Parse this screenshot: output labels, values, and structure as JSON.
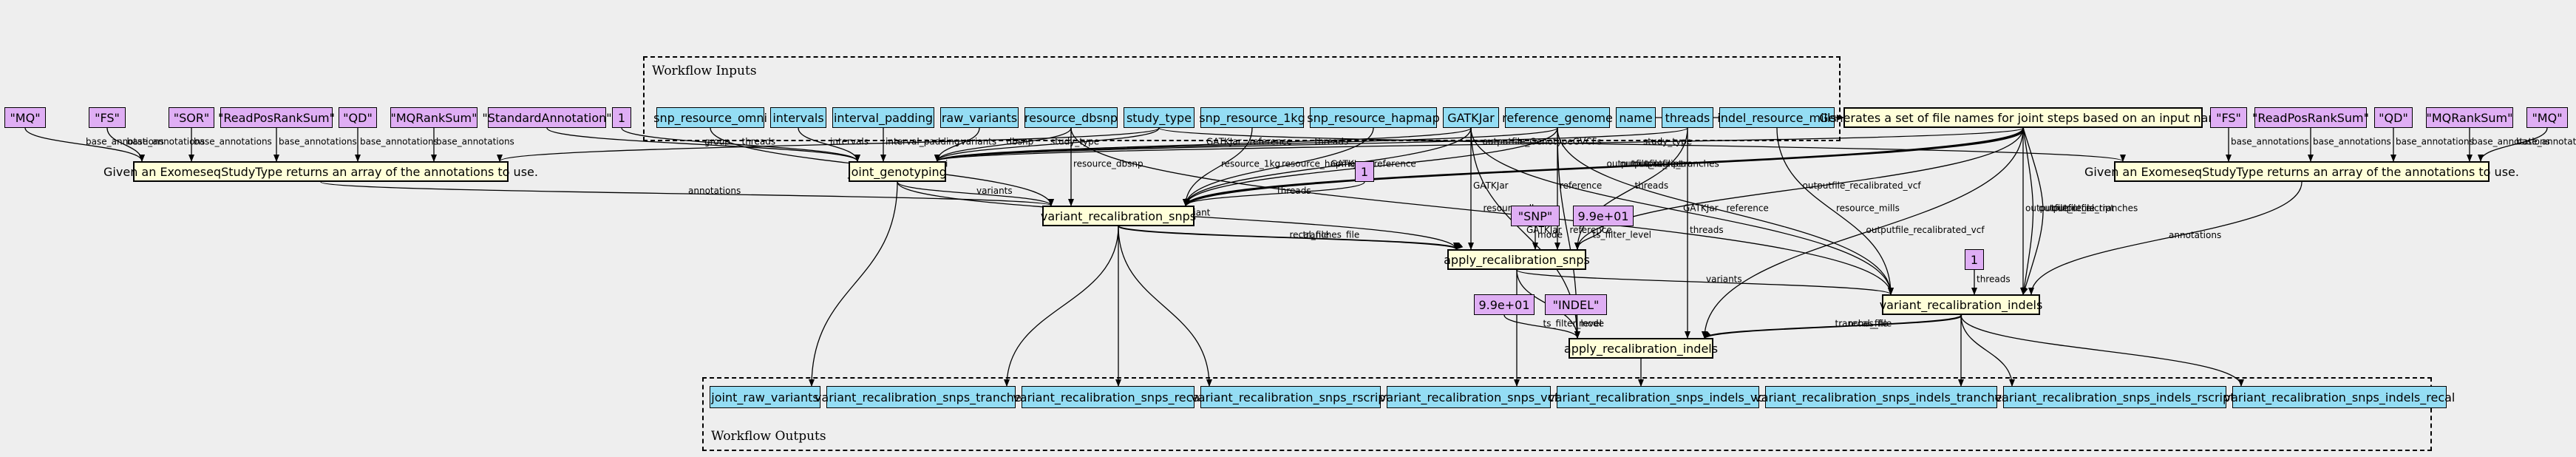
{
  "clusters": {
    "inputs_label": "Workflow Inputs",
    "outputs_label": "Workflow Outputs"
  },
  "inputs": {
    "snp_resource_omni": "snp_resource_omni",
    "intervals": "intervals",
    "interval_padding": "interval_padding",
    "raw_variants": "raw_variants",
    "resource_dbsnp": "resource_dbsnp",
    "study_type": "study_type",
    "snp_resource_1kg": "snp_resource_1kg",
    "snp_resource_hapmap": "snp_resource_hapmap",
    "GATKJar": "GATKJar",
    "reference_genome": "reference_genome",
    "name": "name",
    "threads": "threads",
    "indel_resource_mills": "indel_resource_mills"
  },
  "constants": {
    "mq_left": "\"MQ\"",
    "fs_left": "\"FS\"",
    "sor_left": "\"SOR\"",
    "readpos_left": "\"ReadPosRankSum\"",
    "qd_left": "\"QD\"",
    "mqrank_left": "\"MQRankSum\"",
    "standard_annotation": "\"StandardAnnotation\"",
    "group_one": "1",
    "fs_right": "\"FS\"",
    "readpos_right": "\"ReadPosRankSum\"",
    "qd_right": "\"QD\"",
    "mqrank_right": "\"MQRankSum\"",
    "mq_right": "\"MQ\"",
    "threads_one_a": "1",
    "snp_mode": "\"SNP\"",
    "snp_filter": "9.9e+01",
    "threads_one_b": "1",
    "indel_filter": "9.9e+01",
    "indel_mode": "\"INDEL\""
  },
  "expressions": {
    "annotations_left": "Given an ExomeseqStudyType returns an array of the annotations to use.",
    "annotations_right": "Given an ExomeseqStudyType returns an array of the annotations to use.",
    "file_names": "Generates a set of file names for joint steps based on an input name"
  },
  "steps": {
    "joint_genotyping": "joint_genotyping",
    "variant_recalibration_snps": "variant_recalibration_snps",
    "apply_recalibration_snps": "apply_recalibration_snps",
    "variant_recalibration_indels": "variant_recalibration_indels",
    "apply_recalibration_indels": "apply_recalibration_indels"
  },
  "outputs": {
    "joint_raw_variants": "joint_raw_variants",
    "variant_recalibration_snps_tranches": "variant_recalibration_snps_tranches",
    "variant_recalibration_snps_recal": "variant_recalibration_snps_recal",
    "variant_recalibration_snps_rscript": "variant_recalibration_snps_rscript",
    "variant_recalibration_snps_vcf": "variant_recalibration_snps_vcf",
    "variant_recalibration_snps_indels_vcf": "variant_recalibration_snps_indels_vcf",
    "variant_recalibration_snps_indels_tranches": "variant_recalibration_snps_indels_tranches",
    "variant_recalibration_snps_indels_rscript": "variant_recalibration_snps_indels_rscript",
    "variant_recalibration_snps_indels_recal": "variant_recalibration_snps_indels_recal"
  },
  "edges": [
    {
      "from": "mq_left",
      "to": "annotations_left",
      "label": "base_annotations"
    },
    {
      "from": "fs_left",
      "to": "annotations_left",
      "label": "base_annotations"
    },
    {
      "from": "sor_left",
      "to": "annotations_left",
      "label": "base_annotations"
    },
    {
      "from": "readpos_left",
      "to": "annotations_left",
      "label": "base_annotations"
    },
    {
      "from": "qd_left",
      "to": "annotations_left",
      "label": "base_annotations"
    },
    {
      "from": "mqrank_left",
      "to": "annotations_left",
      "label": "base_annotations"
    },
    {
      "from": "standard_annotation",
      "to": "joint_genotyping",
      "label": "group"
    },
    {
      "from": "group_one",
      "to": "joint_genotyping",
      "label": "threads"
    },
    {
      "from": "study_type",
      "to": "annotations_left",
      "label": ""
    },
    {
      "from": "annotations_left",
      "to": "variant_recalibration_snps",
      "label": "annotations"
    },
    {
      "from": "snp_resource_omni",
      "to": "variant_recalibration_snps",
      "label": "resource_omni"
    },
    {
      "from": "intervals",
      "to": "joint_genotyping",
      "label": "intervals"
    },
    {
      "from": "interval_padding",
      "to": "joint_genotyping",
      "label": "interval_padding"
    },
    {
      "from": "raw_variants",
      "to": "joint_genotyping",
      "label": "variants"
    },
    {
      "from": "resource_dbsnp",
      "to": "joint_genotyping",
      "label": "dbsnp"
    },
    {
      "from": "study_type",
      "to": "joint_genotyping",
      "label": "study_type"
    },
    {
      "from": "resource_dbsnp",
      "to": "variant_recalibration_snps",
      "label": "resource_dbsnp"
    },
    {
      "from": "GATKJar",
      "to": "variant_recalibration_snps",
      "label": "GATKJar"
    },
    {
      "from": "reference_genome",
      "to": "variant_recalibration_snps",
      "label": "reference"
    },
    {
      "from": "file_names",
      "to": "variant_recalibration_snps",
      "label": "outputfile_rscript"
    },
    {
      "from": "file_names",
      "to": "variant_recalibration_snps",
      "label": "outputfile_recal"
    },
    {
      "from": "file_names",
      "to": "variant_recalibration_snps",
      "label": "outputfile_tranches"
    },
    {
      "from": "threads_one_a",
      "to": "variant_recalibration_snps",
      "label": "threads"
    },
    {
      "from": "snp_resource_1kg",
      "to": "variant_recalibration_snps",
      "label": "resource_1kg"
    },
    {
      "from": "snp_resource_hapmap",
      "to": "variant_recalibration_snps",
      "label": "resource_hapmap"
    },
    {
      "from": "study_type",
      "to": "annotations_right",
      "label": "study_type"
    },
    {
      "from": "GATKJar",
      "to": "joint_genotyping",
      "label": "GATKJar"
    },
    {
      "from": "reference_genome",
      "to": "joint_genotyping",
      "label": "reference"
    },
    {
      "from": "threads",
      "to": "joint_genotyping",
      "label": "threads"
    },
    {
      "from": "file_names",
      "to": "joint_genotyping",
      "label": "outputfile_GenotypeGVCFs"
    },
    {
      "from": "name",
      "to": "file_names",
      "label": "name"
    },
    {
      "from": "joint_genotyping",
      "to": "variant_recalibration_snps",
      "label": "variants"
    },
    {
      "from": "joint_genotyping",
      "to": "apply_recalibration_snps",
      "label": "variant"
    },
    {
      "from": "variant_recalibration_snps",
      "to": "apply_recalibration_snps",
      "label": "recal_file"
    },
    {
      "from": "variant_recalibration_snps",
      "to": "apply_recalibration_snps",
      "label": "tranches_file"
    },
    {
      "from": "snp_mode",
      "to": "apply_recalibration_snps",
      "label": "mode"
    },
    {
      "from": "snp_filter",
      "to": "apply_recalibration_snps",
      "label": "ts_filter_level"
    },
    {
      "from": "GATKJar",
      "to": "apply_recalibration_snps",
      "label": "GATKJar"
    },
    {
      "from": "reference_genome",
      "to": "apply_recalibration_snps",
      "label": "reference"
    },
    {
      "from": "threads",
      "to": "apply_recalibration_snps",
      "label": "threads"
    },
    {
      "from": "file_names",
      "to": "apply_recalibration_snps",
      "label": "outputfile_recalibrated_vcf"
    },
    {
      "from": "fs_right",
      "to": "annotations_right",
      "label": "base_annotations"
    },
    {
      "from": "readpos_right",
      "to": "annotations_right",
      "label": "base_annotations"
    },
    {
      "from": "qd_right",
      "to": "annotations_right",
      "label": "base_annotations"
    },
    {
      "from": "mqrank_right",
      "to": "annotations_right",
      "label": "base_annotations"
    },
    {
      "from": "mq_right",
      "to": "annotations_right",
      "label": "base_annotations"
    },
    {
      "from": "annotations_right",
      "to": "variant_recalibration_indels",
      "label": "annotations"
    },
    {
      "from": "apply_recalibration_snps",
      "to": "variant_recalibration_indels",
      "label": "variants"
    },
    {
      "from": "resource_dbsnp",
      "to": "variant_recalibration_indels",
      "label": "resource_dbsnp"
    },
    {
      "from": "GATKJar",
      "to": "variant_recalibration_indels",
      "label": "GATKJar"
    },
    {
      "from": "reference_genome",
      "to": "variant_recalibration_indels",
      "label": "reference"
    },
    {
      "from": "indel_resource_mills",
      "to": "variant_recalibration_indels",
      "label": "resource_mills"
    },
    {
      "from": "file_names",
      "to": "variant_recalibration_indels",
      "label": "outputfile_recal"
    },
    {
      "from": "file_names",
      "to": "variant_recalibration_indels",
      "label": "outputfile_rscript"
    },
    {
      "from": "file_names",
      "to": "variant_recalibration_indels",
      "label": "outputfile_tranches"
    },
    {
      "from": "threads_one_b",
      "to": "variant_recalibration_indels",
      "label": "threads"
    },
    {
      "from": "file_names",
      "to": "apply_recalibration_indels",
      "label": "outputfile_recalibrated_vcf"
    },
    {
      "from": "indel_filter",
      "to": "apply_recalibration_indels",
      "label": "ts_filter_level"
    },
    {
      "from": "indel_mode",
      "to": "apply_recalibration_indels",
      "label": "mode"
    },
    {
      "from": "apply_recalibration_snps",
      "to": "apply_recalibration_indels",
      "label": "variants"
    },
    {
      "from": "variant_recalibration_indels",
      "to": "apply_recalibration_indels",
      "label": "tranches_file"
    },
    {
      "from": "variant_recalibration_indels",
      "to": "apply_recalibration_indels",
      "label": "recal_file"
    },
    {
      "from": "GATKJar",
      "to": "apply_recalibration_indels",
      "label": "GATKJar"
    },
    {
      "from": "reference_genome",
      "to": "apply_recalibration_indels",
      "label": "reference"
    },
    {
      "from": "threads",
      "to": "apply_recalibration_indels",
      "label": "threads"
    },
    {
      "from": "joint_genotyping",
      "to": "joint_raw_variants",
      "label": ""
    },
    {
      "from": "variant_recalibration_snps",
      "to": "variant_recalibration_snps_tranches",
      "label": ""
    },
    {
      "from": "variant_recalibration_snps",
      "to": "variant_recalibration_snps_recal",
      "label": ""
    },
    {
      "from": "variant_recalibration_snps",
      "to": "variant_recalibration_snps_rscript",
      "label": ""
    },
    {
      "from": "apply_recalibration_snps",
      "to": "variant_recalibration_snps_vcf",
      "label": ""
    },
    {
      "from": "apply_recalibration_indels",
      "to": "variant_recalibration_snps_indels_vcf",
      "label": ""
    },
    {
      "from": "variant_recalibration_indels",
      "to": "variant_recalibration_snps_indels_tranches",
      "label": ""
    },
    {
      "from": "variant_recalibration_indels",
      "to": "variant_recalibration_snps_indels_rscript",
      "label": ""
    },
    {
      "from": "variant_recalibration_indels",
      "to": "variant_recalibration_snps_indels_recal",
      "label": ""
    }
  ]
}
